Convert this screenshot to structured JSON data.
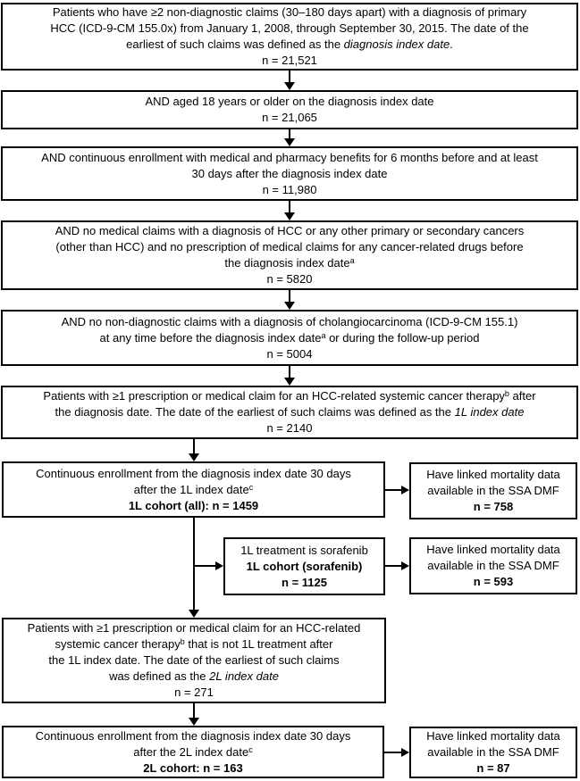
{
  "colors": {
    "background": "#ffffff",
    "border": "#000000",
    "text": "#000000"
  },
  "boxes": [
    {
      "lines": [
        [
          {
            "t": "Patients who have ≥2 non-diagnostic claims (30–180 days apart) with a diagnosis of primary"
          }
        ],
        [
          {
            "t": "HCC (ICD-9-CM 155.0x) from January 1, 2008, through September 30, 2015. The date of the"
          }
        ],
        [
          {
            "t": "earliest of such claims was defined as the "
          },
          {
            "t": "diagnosis index date",
            "i": true
          },
          {
            "t": "."
          }
        ],
        [
          {
            "t": "n = 21,521"
          }
        ]
      ]
    },
    {
      "lines": [
        [
          {
            "t": "AND aged 18 years or older on the diagnosis index date"
          }
        ],
        [
          {
            "t": "n = 21,065"
          }
        ]
      ]
    },
    {
      "lines": [
        [
          {
            "t": "AND continuous enrollment with medical and pharmacy benefits for 6 months before and at least"
          }
        ],
        [
          {
            "t": "30 days after the diagnosis index date"
          }
        ],
        [
          {
            "t": "n = 11,980"
          }
        ]
      ]
    },
    {
      "lines": [
        [
          {
            "t": "AND no medical claims with a diagnosis of HCC or any other primary or secondary cancers"
          }
        ],
        [
          {
            "t": "(other than HCC) and no prescription of medical claims for any cancer-related drugs before"
          }
        ],
        [
          {
            "t": "the diagnosis index date"
          },
          {
            "t": "a",
            "s": true
          }
        ],
        [
          {
            "t": "n = 5820"
          }
        ]
      ]
    },
    {
      "lines": [
        [
          {
            "t": "AND no non-diagnostic claims with a diagnosis of cholangiocarcinoma (ICD-9-CM 155.1)"
          }
        ],
        [
          {
            "t": "at any time before the diagnosis index date"
          },
          {
            "t": "a",
            "s": true
          },
          {
            "t": " or during the follow-up period"
          }
        ],
        [
          {
            "t": "n = 5004"
          }
        ]
      ]
    },
    {
      "lines": [
        [
          {
            "t": "Patients with ≥1 prescription or medical claim for an HCC-related systemic cancer therapy"
          },
          {
            "t": "b",
            "s": true
          },
          {
            "t": " after"
          }
        ],
        [
          {
            "t": "the diagnosis date. The date of the earliest of such claims was defined as the "
          },
          {
            "t": "1L index date",
            "i": true
          }
        ],
        [
          {
            "t": "n = 2140"
          }
        ]
      ]
    },
    {
      "lines": [
        [
          {
            "t": "Continuous enrollment from the diagnosis index date 30 days"
          }
        ],
        [
          {
            "t": "after the 1L index date"
          },
          {
            "t": "c",
            "s": true
          }
        ],
        [
          {
            "t": "1L cohort (all): n = 1459",
            "b": true
          }
        ]
      ]
    },
    {
      "lines": [
        [
          {
            "t": "Have linked mortality data"
          }
        ],
        [
          {
            "t": "available in the SSA DMF"
          }
        ],
        [
          {
            "t": "n = 758",
            "b": true
          }
        ]
      ]
    },
    {
      "lines": [
        [
          {
            "t": "1L treatment is sorafenib"
          }
        ],
        [
          {
            "t": "1L cohort (sorafenib)",
            "b": true
          }
        ],
        [
          {
            "t": "n = 1125",
            "b": true
          }
        ]
      ]
    },
    {
      "lines": [
        [
          {
            "t": "Have linked mortality data"
          }
        ],
        [
          {
            "t": "available in the SSA DMF"
          }
        ],
        [
          {
            "t": "n = 593",
            "b": true
          }
        ]
      ]
    },
    {
      "lines": [
        [
          {
            "t": "Patients with ≥1 prescription or medical claim for an HCC-related"
          }
        ],
        [
          {
            "t": "systemic cancer therapy"
          },
          {
            "t": "b",
            "s": true
          },
          {
            "t": " that is not 1L treatment after"
          }
        ],
        [
          {
            "t": "the 1L index date. The date of the earliest of such claims"
          }
        ],
        [
          {
            "t": "was defined as the "
          },
          {
            "t": "2L index date",
            "i": true
          }
        ],
        [
          {
            "t": "n = 271"
          }
        ]
      ]
    },
    {
      "lines": [
        [
          {
            "t": "Continuous enrollment from the diagnosis index date 30 days"
          }
        ],
        [
          {
            "t": "after the 2L index date"
          },
          {
            "t": "c",
            "s": true
          }
        ],
        [
          {
            "t": "2L cohort: n = 163",
            "b": true
          }
        ]
      ]
    },
    {
      "lines": [
        [
          {
            "t": "Have linked mortality data"
          }
        ],
        [
          {
            "t": "available in the SSA DMF"
          }
        ],
        [
          {
            "t": "n = 87",
            "b": true
          }
        ]
      ]
    }
  ]
}
